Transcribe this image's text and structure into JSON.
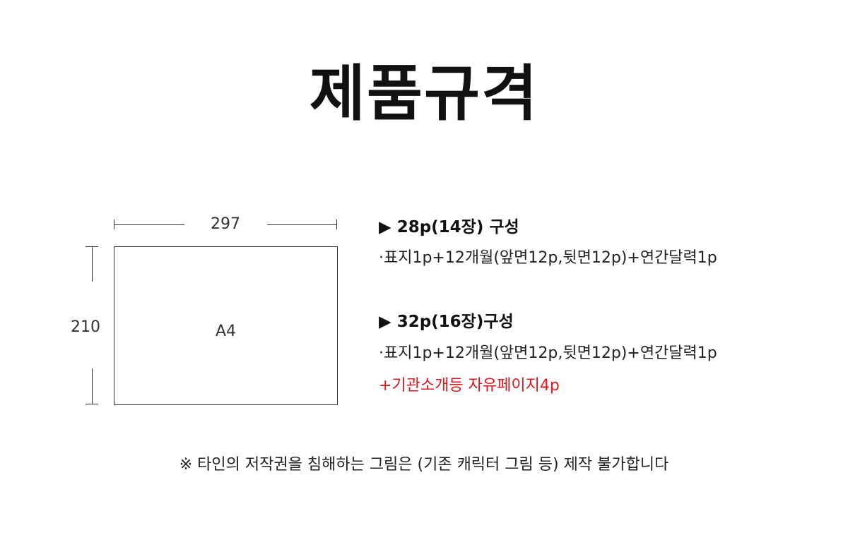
{
  "title": "제품규격",
  "diagram": {
    "width_label": "297",
    "height_label": "210",
    "paper_label": "A4"
  },
  "options": [
    {
      "heading": "▶ 28p(14장) 구성",
      "lines": [
        "·표지1p+12개월(앞면12p,뒷면12p)+연간달력1p"
      ],
      "extra": ""
    },
    {
      "heading": "▶ 32p(16장)구성",
      "lines": [
        "·표지1p+12개월(앞면12p,뒷면12p)+연간달력1p"
      ],
      "extra": "+기관소개등 자유페이지4p"
    }
  ],
  "notice": "※ 타인의 저작권을 침해하는 그림은 (기존 캐릭터 그림 등) 제작 불가합니다",
  "colors": {
    "accent_red": "#e0161b",
    "text": "#222222"
  }
}
